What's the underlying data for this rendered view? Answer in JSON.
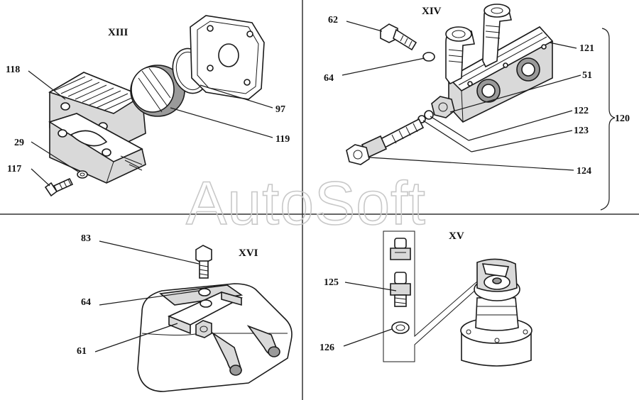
{
  "watermark": "AutoSoft",
  "panels": {
    "xiii": {
      "title": "XIII",
      "callouts": {
        "c118": "118",
        "c29": "29",
        "c117": "117",
        "c97": "97",
        "c119": "119"
      }
    },
    "xiv": {
      "title": "XIV",
      "callouts": {
        "c62": "62",
        "c64": "64",
        "c121": "121",
        "c51": "51",
        "c122": "122",
        "c123": "123",
        "c124": "124",
        "c120": "120"
      }
    },
    "xvi": {
      "title": "XVI",
      "callouts": {
        "c83": "83",
        "c64": "64",
        "c61": "61"
      }
    },
    "xv": {
      "title": "XV",
      "callouts": {
        "c125": "125",
        "c126": "126"
      }
    }
  }
}
